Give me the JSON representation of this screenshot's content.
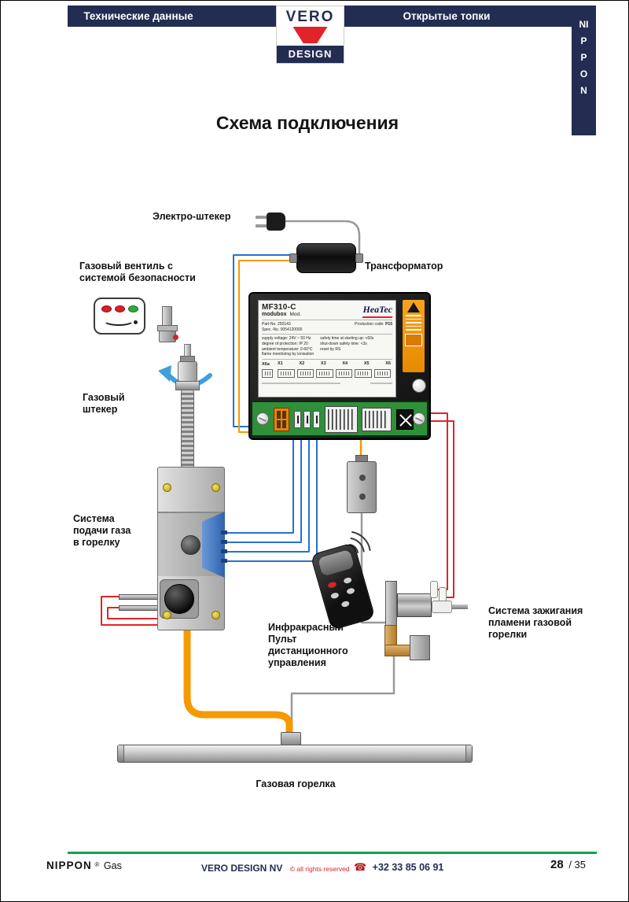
{
  "page": {
    "title": "Схема подключения"
  },
  "header": {
    "left_tab": "Технические данные",
    "right_tab": "Открытые топки",
    "logo_top": "VERO",
    "logo_bottom": "DESIGN",
    "vertical_brand": "NIPPON"
  },
  "diagram": {
    "labels": {
      "electric_plug": "Электро-штекер",
      "transformer": "Трансформатор",
      "gas_valve": "Газовый вентиль с\nсистемой безопасности",
      "gas_plug": "Газовый\nштекер",
      "gas_supply": "Система\nподачи газа\nв горелку",
      "remote": "Инфракрасный\nПульт\nдистанционного\nуправления",
      "ignition": "Система зажигания\nпламени газовой\nгорелки",
      "burner": "Газовая горелка"
    },
    "control_unit": {
      "model": "MF310-C",
      "series": "modubox",
      "mod": "Mod.",
      "brand": "HeaTec",
      "part_no": "Part-No. 250143",
      "spec_no": "Spec.-No. 0054120000",
      "production_code_label": "Production code:",
      "production_code_value": "P15",
      "specs_left": "supply voltage: 24V ~ 50 Hz\ndegree of protection: IP 20\nambient temperature: 0-60°C\nflame monitoring by ionisation",
      "specs_right": "safety time at starting up: <60s\nshut-down safety time: <3s\nreset by RS",
      "terminal_x6a": "X6a",
      "terminals": [
        "X1",
        "X2",
        "X3",
        "X4",
        "X5",
        "X6"
      ]
    }
  },
  "footer": {
    "brand": "NIPPON",
    "brand_reg": "®",
    "brand_suffix": "Gas",
    "company": "VERO DESIGN NV",
    "rights": "© all rights reserved",
    "phone_icon": "☎",
    "phone": "+32 33 85 06 91",
    "page_number": "28",
    "page_total": "/ 35"
  },
  "colors": {
    "navy": "#232d52",
    "red": "#e2232a",
    "footer_green": "#00a651",
    "wire_blue": "#2a6fd6",
    "wire_orange": "#f59a00",
    "wire_red": "#e2232a",
    "wire_gray": "#9a9a9a"
  }
}
